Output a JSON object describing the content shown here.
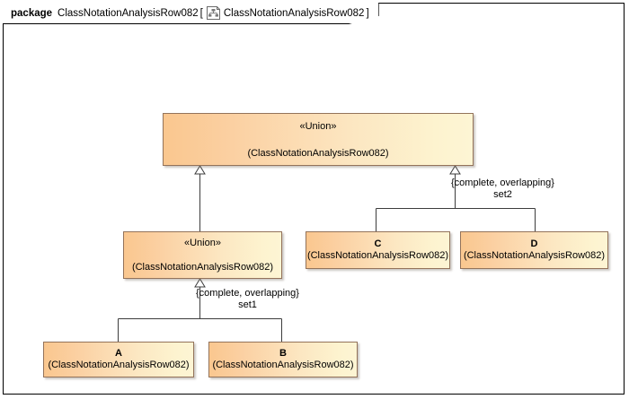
{
  "frame": {
    "keyword": "package",
    "package_name": "ClassNotationAnalysisRow082",
    "bracket_open": "[",
    "bracket_close": "]",
    "diagram_icon": "class-diagram-icon",
    "diagram_name": "ClassNotationAnalysisRow082"
  },
  "palette": {
    "node_fill_left": "#FAC78F",
    "node_fill_right": "#FDF3CF",
    "node_border": "#93735A",
    "frame_border": "#000000",
    "edge_stroke": "#3C3C3C",
    "canvas_background": "#FFFFFF"
  },
  "nodes": {
    "union_top": {
      "stereotype": "«Union»",
      "qualifier": "(ClassNotationAnalysisRow082)"
    },
    "union_mid": {
      "stereotype": "«Union»",
      "qualifier": "(ClassNotationAnalysisRow082)"
    },
    "class_c": {
      "name": "C",
      "qualifier": "(ClassNotationAnalysisRow082)"
    },
    "class_d": {
      "name": "D",
      "qualifier": "(ClassNotationAnalysisRow082)"
    },
    "class_a": {
      "name": "A",
      "qualifier": "(ClassNotationAnalysisRow082)"
    },
    "class_b": {
      "name": "B",
      "qualifier": "(ClassNotationAnalysisRow082)"
    }
  },
  "edge_labels": {
    "set2": {
      "constraint": "{complete, overlapping}",
      "set_name": "set2"
    },
    "set1": {
      "constraint": "{complete, overlapping}",
      "set_name": "set1"
    }
  },
  "relationships": [
    {
      "type": "generalization",
      "source": "union_mid",
      "target": "union_top"
    },
    {
      "type": "generalization-set",
      "source": "class_c",
      "target": "union_top",
      "set": "set2"
    },
    {
      "type": "generalization-set",
      "source": "class_d",
      "target": "union_top",
      "set": "set2"
    },
    {
      "type": "generalization-set",
      "source": "class_a",
      "target": "union_mid",
      "set": "set1"
    },
    {
      "type": "generalization-set",
      "source": "class_b",
      "target": "union_mid",
      "set": "set1"
    }
  ]
}
